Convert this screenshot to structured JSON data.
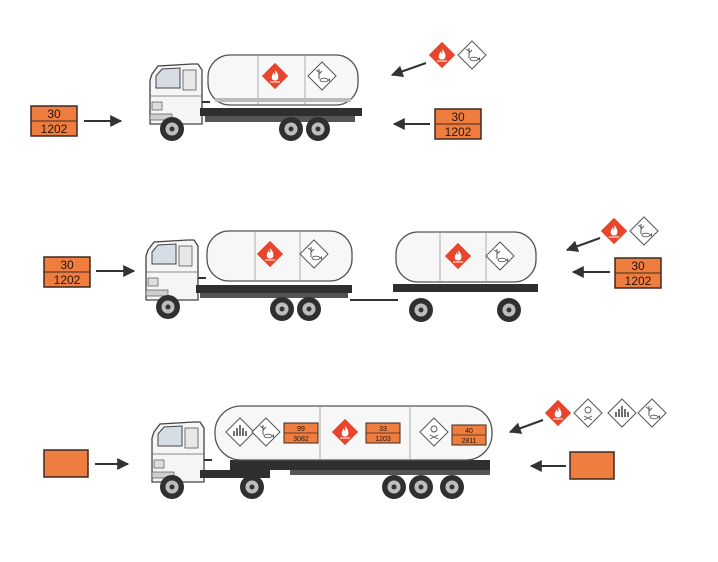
{
  "colors": {
    "orange_plate": "#ee7d3f",
    "plate_border": "#3d2a1e",
    "flammable_diamond": "#e8452c",
    "tank_body": "#f7f7f7",
    "outline": "#4a4a4a",
    "chassis": "#2f2f2f",
    "arrow": "#333333"
  },
  "icons": {
    "flammable": "flame-diamond-icon",
    "environment": "dead-fish-tree-diamond-icon",
    "toxic": "skull-crossbones-diamond-icon",
    "corrosive": "corrosive-diamond-icon"
  },
  "row1": {
    "front_plate": {
      "top": "30",
      "bottom": "1202"
    },
    "rear_plate": {
      "top": "30",
      "bottom": "1202"
    }
  },
  "row2": {
    "front_plate": {
      "top": "30",
      "bottom": "1202"
    },
    "rear_plate": {
      "top": "30",
      "bottom": "1202"
    }
  },
  "row3": {
    "compartment_plates": [
      {
        "top": "99",
        "bottom": "3082"
      },
      {
        "top": "33",
        "bottom": "1203"
      },
      {
        "top": "40",
        "bottom": "2811"
      }
    ]
  }
}
